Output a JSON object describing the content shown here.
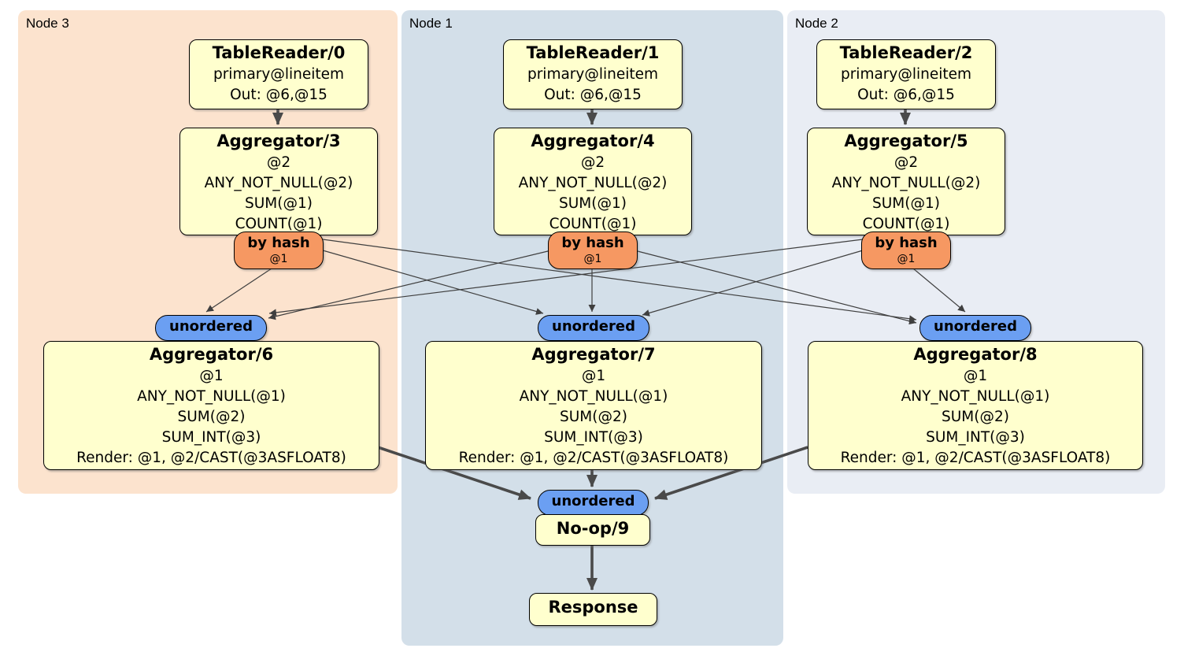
{
  "regions": [
    {
      "label": "Node 3",
      "bg": "#fce3ce"
    },
    {
      "label": "Node 1",
      "bg": "#d3dfe9"
    },
    {
      "label": "Node 2",
      "bg": "#e9edf4"
    }
  ],
  "readers": [
    {
      "title": "TableReader/0",
      "index": "primary@lineitem",
      "out": "Out: @6,@15"
    },
    {
      "title": "TableReader/1",
      "index": "primary@lineitem",
      "out": "Out: @6,@15"
    },
    {
      "title": "TableReader/2",
      "index": "primary@lineitem",
      "out": "Out: @6,@15"
    }
  ],
  "stage1": [
    {
      "title": "Aggregator/3",
      "lines": [
        "@2",
        "ANY_NOT_NULL(@2)",
        "SUM(@1)",
        "COUNT(@1)"
      ]
    },
    {
      "title": "Aggregator/4",
      "lines": [
        "@2",
        "ANY_NOT_NULL(@2)",
        "SUM(@1)",
        "COUNT(@1)"
      ]
    },
    {
      "title": "Aggregator/5",
      "lines": [
        "@2",
        "ANY_NOT_NULL(@2)",
        "SUM(@1)",
        "COUNT(@1)"
      ]
    }
  ],
  "routers": [
    {
      "label": "by hash",
      "key": "@1"
    },
    {
      "label": "by hash",
      "key": "@1"
    },
    {
      "label": "by hash",
      "key": "@1"
    }
  ],
  "syncs": [
    {
      "label": "unordered"
    },
    {
      "label": "unordered"
    },
    {
      "label": "unordered"
    },
    {
      "label": "unordered"
    }
  ],
  "stage2": [
    {
      "title": "Aggregator/6",
      "lines": [
        "@1",
        "ANY_NOT_NULL(@1)",
        "SUM(@2)",
        "SUM_INT(@3)",
        "Render: @1, @2/CAST(@3ASFLOAT8)"
      ]
    },
    {
      "title": "Aggregator/7",
      "lines": [
        "@1",
        "ANY_NOT_NULL(@1)",
        "SUM(@2)",
        "SUM_INT(@3)",
        "Render: @1, @2/CAST(@3ASFLOAT8)"
      ]
    },
    {
      "title": "Aggregator/8",
      "lines": [
        "@1",
        "ANY_NOT_NULL(@1)",
        "SUM(@2)",
        "SUM_INT(@3)",
        "Render: @1, @2/CAST(@3ASFLOAT8)"
      ]
    }
  ],
  "noop": {
    "title": "No-op/9"
  },
  "response": {
    "title": "Response"
  },
  "colors": {
    "node3_bg": "#fce3ce",
    "node1_bg": "#d3dfe9",
    "node2_bg": "#e9edf4",
    "operator_box_bg": "#ffffce",
    "router_bg": "#f69862",
    "sync_bg": "#6b9ff2",
    "edge": "#4a4a4a",
    "border": "#000000"
  }
}
